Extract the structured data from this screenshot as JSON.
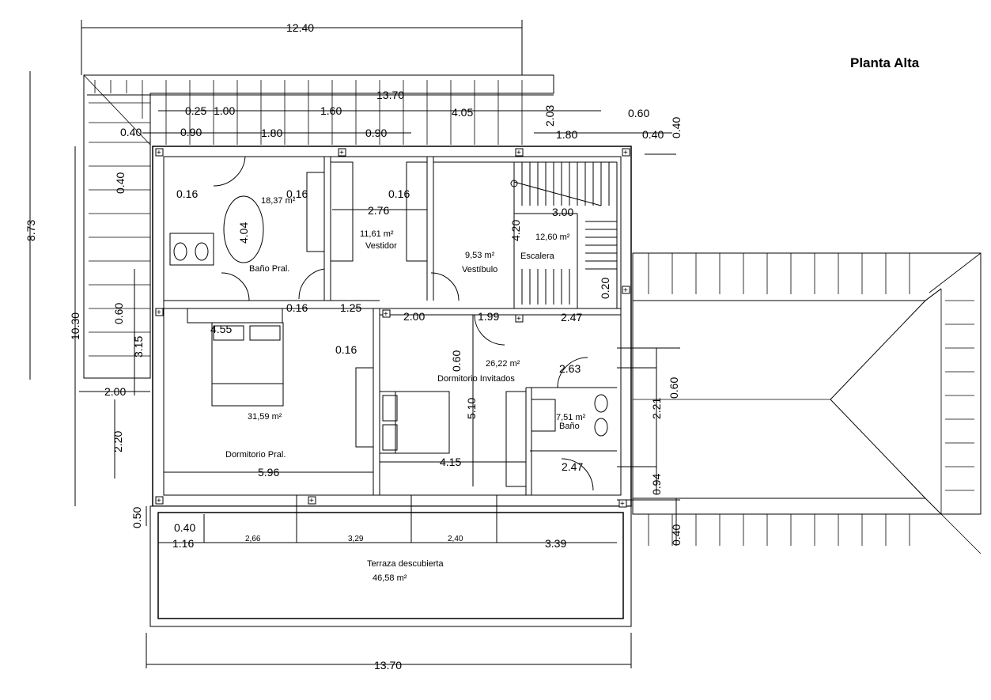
{
  "title": "Planta Alta",
  "rooms": {
    "bano_pral": {
      "name": "Baño Pral.",
      "area": "18,37 m²"
    },
    "vestidor": {
      "name": "Vestidor",
      "area": "11,61 m²"
    },
    "vestibulo": {
      "name": "Vestíbulo",
      "area": "9,53 m²"
    },
    "escalera": {
      "name": "Escalera",
      "area": "12,60 m²"
    },
    "dormitorio_pral": {
      "name": "Dormitorio Pral.",
      "area": "31,59 m²"
    },
    "dormitorio_invitados": {
      "name": "Dormitorio Invitados",
      "area": "26,22 m²"
    },
    "bano": {
      "name": "Baño",
      "area": "7,51 m²"
    },
    "terraza": {
      "name": "Terraza descubierta",
      "area": "46,58 m²"
    }
  },
  "dims": {
    "top_total": "12.40",
    "top_roof": "13.70",
    "d025": "0.25",
    "d100": "1.00",
    "d160a": "1.60",
    "d405": "4.05",
    "d203": "2.03",
    "d060a": "0.60",
    "d040a": "0.40",
    "d090a": "0.90",
    "d180a": "1.80",
    "d090b": "0.90",
    "d180b": "1.80",
    "d040b": "0.40",
    "d040c": "0.40",
    "d040d": "0.40",
    "d016a": "0.16",
    "d016b": "0.16",
    "d016c": "0.16",
    "d276": "2.76",
    "d404": "4.04",
    "d300": "3.00",
    "d420": "4.20",
    "d020": "0.20",
    "d016d": "0.16",
    "d125": "1.25",
    "d200a": "2.00",
    "d199": "1.99",
    "d247a": "2.47",
    "d455": "4.55",
    "d016e": "0.16",
    "d060b": "0.60",
    "d263": "2.63",
    "d510": "5.10",
    "d415": "4.15",
    "d247b": "2.47",
    "d596": "5.96",
    "d060c": "0.60",
    "d221": "2.21",
    "d094": "0.94",
    "d040e": "0.40",
    "left_873": "8.73",
    "left_1030": "10.30",
    "left_060": "0.60",
    "left_315": "3.15",
    "left_200": "2.00",
    "left_220": "2.20",
    "left_050": "0.50",
    "bot_040": "0.40",
    "bot_116": "1.16",
    "bot_266": "2,66",
    "bot_329": "3,29",
    "bot_240": "2,40",
    "bot_339": "3.39",
    "bottom_total": "13.70"
  }
}
